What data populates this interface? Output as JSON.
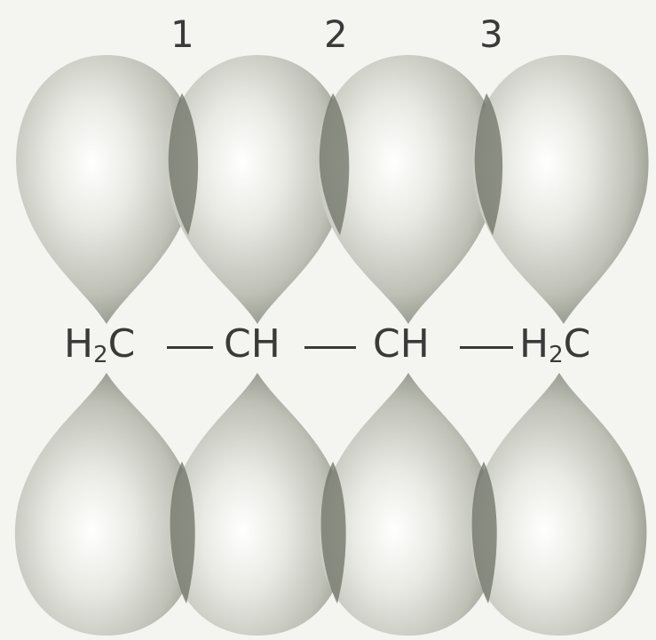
{
  "overlap_labels": [
    "1",
    "2",
    "3"
  ],
  "atoms": [
    {
      "main": "H",
      "sub": "2",
      "tail": "C"
    },
    {
      "main": "CH",
      "sub": "",
      "tail": ""
    },
    {
      "main": "CH",
      "sub": "",
      "tail": ""
    },
    {
      "main": "H",
      "sub": "2",
      "tail": "C"
    }
  ],
  "colors": {
    "lobe_light": "#ffffff",
    "lobe_mid": "#c4c5bc",
    "lobe_dark": "#8d9084",
    "overlap": "#6d7264",
    "text": "#3a3a3a",
    "background": "#f4f4f0"
  }
}
